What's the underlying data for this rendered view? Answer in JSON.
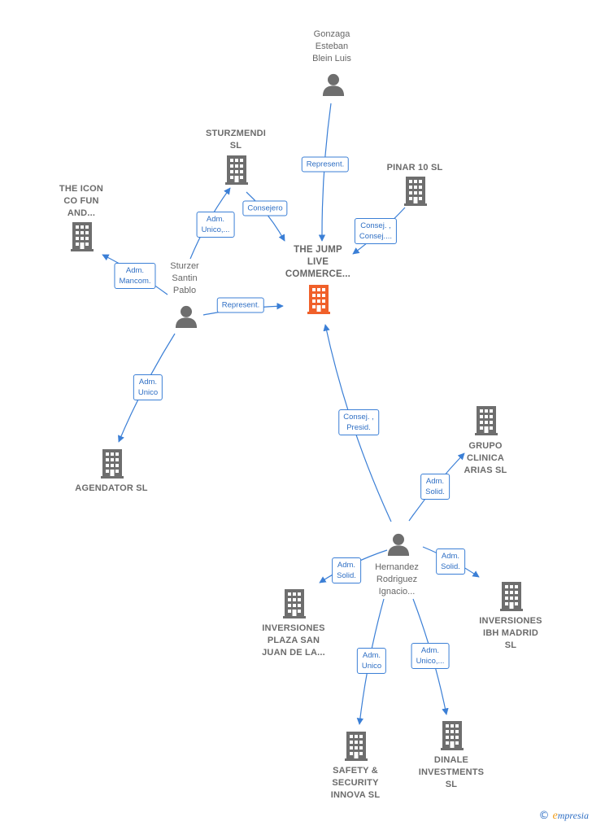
{
  "nodes": [
    {
      "id": "jump",
      "type": "company-focus",
      "label": "THE JUMP\nLIVE\nCOMMERCE...",
      "icon": "building-icon"
    },
    {
      "id": "gonzaga",
      "type": "person",
      "label": "Gonzaga\nEsteban\nBlein Luis",
      "icon": "person-icon"
    },
    {
      "id": "sturzmendi",
      "type": "company",
      "label": "STURZMENDI\nSL",
      "icon": "building-icon"
    },
    {
      "id": "pinar",
      "type": "company",
      "label": "PINAR 10  SL",
      "icon": "building-icon"
    },
    {
      "id": "icon_co",
      "type": "company",
      "label": "THE ICON\nCO FUN\nAND...",
      "icon": "building-icon"
    },
    {
      "id": "sturzer",
      "type": "person",
      "label": "Sturzer\nSantin\nPablo",
      "icon": "person-icon"
    },
    {
      "id": "agendator",
      "type": "company",
      "label": "AGENDATOR SL",
      "icon": "building-icon"
    },
    {
      "id": "grupo",
      "type": "company",
      "label": "GRUPO\nCLINICA\nARIAS  SL",
      "icon": "building-icon"
    },
    {
      "id": "hernandez",
      "type": "person",
      "label": "Hernandez\nRodriguez\nIgnacio...",
      "icon": "person-icon"
    },
    {
      "id": "inv_plaza",
      "type": "company",
      "label": "INVERSIONES\nPLAZA SAN\nJUAN DE LA...",
      "icon": "building-icon"
    },
    {
      "id": "inv_ibh",
      "type": "company",
      "label": "INVERSIONES\nIBH MADRID\nSL",
      "icon": "building-icon"
    },
    {
      "id": "safety",
      "type": "company",
      "label": "SAFETY &\nSECURITY\nINNOVA  SL",
      "icon": "building-icon"
    },
    {
      "id": "dinale",
      "type": "company",
      "label": "DINALE\nINVESTMENTS\nSL",
      "icon": "building-icon"
    }
  ],
  "edges": [
    {
      "from": "gonzaga",
      "to": "jump",
      "label": "Represent."
    },
    {
      "from": "sturzmendi",
      "to": "jump",
      "label": "Consejero"
    },
    {
      "from": "pinar",
      "to": "jump",
      "label": "Consej. ,\nConsej...."
    },
    {
      "from": "sturzer",
      "to": "sturzmendi",
      "label": "Adm.\nUnico,..."
    },
    {
      "from": "sturzer",
      "to": "icon_co",
      "label": "Adm.\nMancom."
    },
    {
      "from": "sturzer",
      "to": "jump",
      "label": "Represent."
    },
    {
      "from": "sturzer",
      "to": "agendator",
      "label": "Adm.\nUnico"
    },
    {
      "from": "hernandez",
      "to": "jump",
      "label": "Consej. ,\nPresid."
    },
    {
      "from": "hernandez",
      "to": "grupo",
      "label": "Adm.\nSolid."
    },
    {
      "from": "hernandez",
      "to": "inv_ibh",
      "label": "Adm.\nSolid."
    },
    {
      "from": "hernandez",
      "to": "inv_plaza",
      "label": "Adm.\nSolid."
    },
    {
      "from": "hernandez",
      "to": "safety",
      "label": "Adm.\nUnico"
    },
    {
      "from": "hernandez",
      "to": "dinale",
      "label": "Adm.\nUnico,..."
    }
  ],
  "colors": {
    "edge": "#3b7fd6",
    "node_icon": "#6e6e6e",
    "focus_icon": "#f0602a",
    "label_text": "#666666",
    "edge_label_text": "#2f6fc4"
  },
  "branding": {
    "copyright_symbol": "©",
    "logo_initial": "e",
    "logo_rest": "mpresia"
  }
}
